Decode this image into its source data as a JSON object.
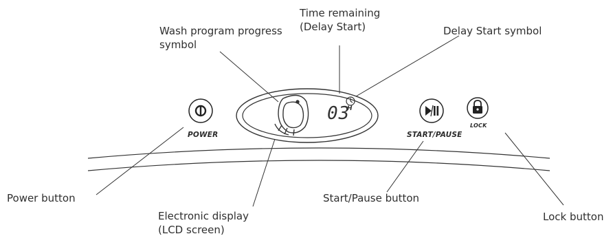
{
  "callouts": {
    "time_remaining": [
      "Time remaining",
      "(Delay Start)"
    ],
    "wash_program": [
      "Wash program progress",
      "symbol"
    ],
    "delay_start_symbol": "Delay Start symbol",
    "power_button": "Power button",
    "electronic_display": [
      "Electronic display",
      "(LCD screen)"
    ],
    "start_pause_button": "Start/Pause button",
    "lock_button": "Lock button"
  },
  "panel": {
    "power_label": "POWER",
    "start_pause_label": "START/PAUSE",
    "lock_label": "LOCK",
    "lcd_digits": "03",
    "lcd_unit": "H"
  },
  "icons": {
    "power": "power-icon",
    "start_pause": "play-pause-icon",
    "lock": "padlock-icon",
    "delay_start": "timer-icon",
    "wash_program": "wash-progress-icon"
  },
  "colors": {
    "line": "#2b2b2b",
    "text": "#2f2f2f"
  }
}
